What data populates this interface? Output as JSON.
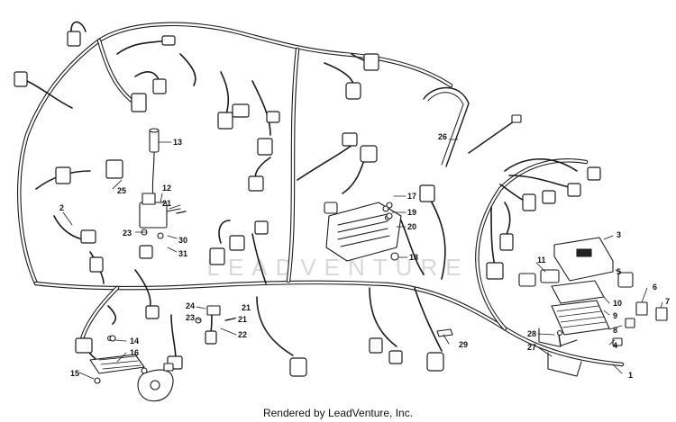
{
  "diagram": {
    "callouts": [
      "1",
      "2",
      "3",
      "4",
      "5",
      "6",
      "7",
      "8",
      "9",
      "10",
      "11",
      "12",
      "13",
      "14",
      "15",
      "16",
      "17",
      "18",
      "19",
      "20",
      "21",
      "21",
      "21",
      "22",
      "23",
      "23",
      "24",
      "25",
      "26",
      "27",
      "28",
      "29",
      "30",
      "31"
    ]
  },
  "footer": {
    "text": "Rendered by LeadVenture, Inc."
  },
  "watermark": {
    "text": "LEADVENTURE"
  }
}
